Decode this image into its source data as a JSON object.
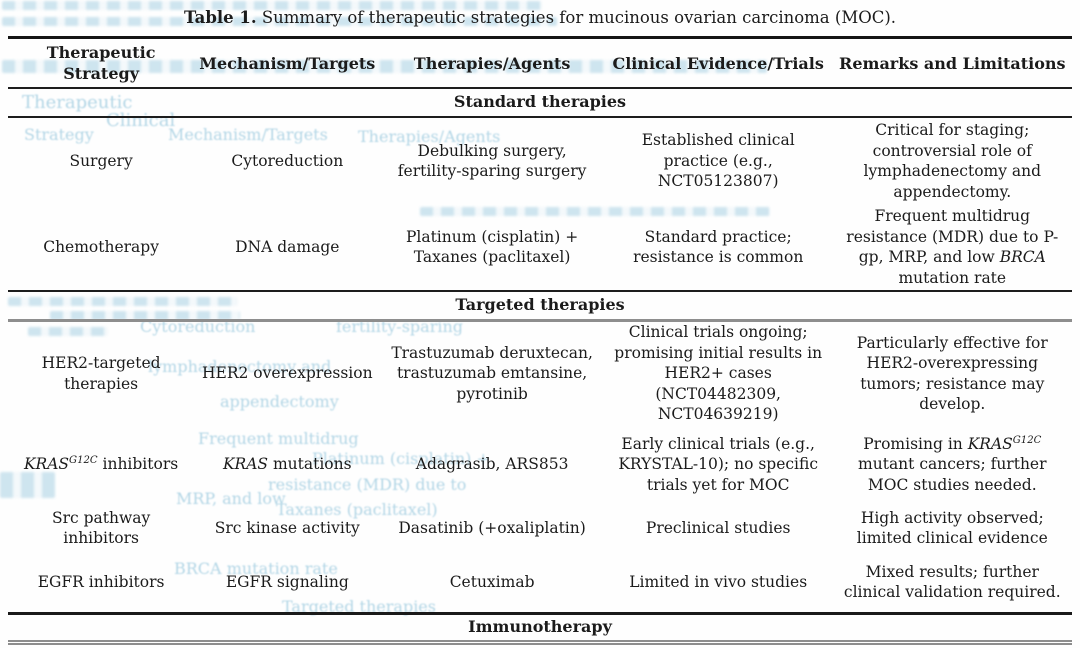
{
  "caption": {
    "label": "Table 1.",
    "text": " Summary of therapeutic strategies for mucinous ovarian carcinoma (MOC)."
  },
  "table": {
    "columns": [
      "Therapeutic Strategy",
      "Mechanism/Targets",
      "Therapies/Agents",
      "Clinical Evidence/Trials",
      "Remarks and Limitations"
    ],
    "sections": [
      {
        "label": "Standard therapies",
        "rows": [
          {
            "strategy": "Surgery",
            "mechanism": "Cytoreduction",
            "therapies": "Debulking surgery, fertility-sparing surgery",
            "evidence": "Established clinical practice (e.g., NCT05123807)",
            "remarks": "Critical for staging; controversial role of lymphadenectomy and appendectomy."
          },
          {
            "strategy": "Chemotherapy",
            "mechanism": "DNA damage",
            "therapies": "Platinum (cisplatin) + Taxanes (paclitaxel)",
            "evidence": "Standard practice; resistance is common",
            "remarks": "Frequent multidrug resistance (MDR) due to P-gp, MRP, and low <i>BRCA</i> mutation rate"
          }
        ]
      },
      {
        "label": "Targeted therapies",
        "rows": [
          {
            "strategy": "HER2-targeted therapies",
            "mechanism": "HER2 overexpression",
            "therapies": "Trastuzumab deruxtecan, trastuzumab emtansine, pyrotinib",
            "evidence": "Clinical trials ongoing; promising initial results in HER2+ cases (NCT04482309, NCT04639219)",
            "remarks": "Particularly effective for HER2-overexpressing tumors; resistance may develop."
          },
          {
            "strategy": "<i>KRAS</i><sup><i>G12C</i></sup> inhibitors",
            "mechanism": "<i>KRAS</i> mutations",
            "therapies": "Adagrasib, ARS853",
            "evidence": "Early clinical trials (e.g., KRYSTAL-10); no specific trials yet for MOC",
            "remarks": "Promising in <i>KRAS</i><sup><i>G12C</i></sup> mutant cancers; further MOC studies needed."
          },
          {
            "strategy": "Src pathway inhibitors",
            "mechanism": "Src kinase activity",
            "therapies": "Dasatinib (+oxaliplatin)",
            "evidence": "Preclinical studies",
            "remarks": "High activity observed; limited clinical evidence"
          },
          {
            "strategy": "EGFR inhibitors",
            "mechanism": "EGFR signaling",
            "therapies": "Cetuximab",
            "evidence": "Limited in vivo studies",
            "remarks": "Mixed results; further clinical validation required."
          }
        ]
      },
      {
        "label": "Immunotherapy",
        "rows": []
      }
    ]
  },
  "bleedthrough": [
    "Therapeutic",
    "Clinical",
    "Strategy",
    "Mechanism/Targets",
    "Therapies/Agents",
    "Cytoreduction",
    "fertility-sparing",
    "lymphadenectomy and",
    "appendectomy",
    "Frequent multidrug",
    "Platinum (cisplatin) +",
    "resistance (MDR) due to",
    "MRP, and low",
    "Taxanes (paclitaxel)",
    "BRCA mutation rate",
    "Targeted therapies"
  ]
}
